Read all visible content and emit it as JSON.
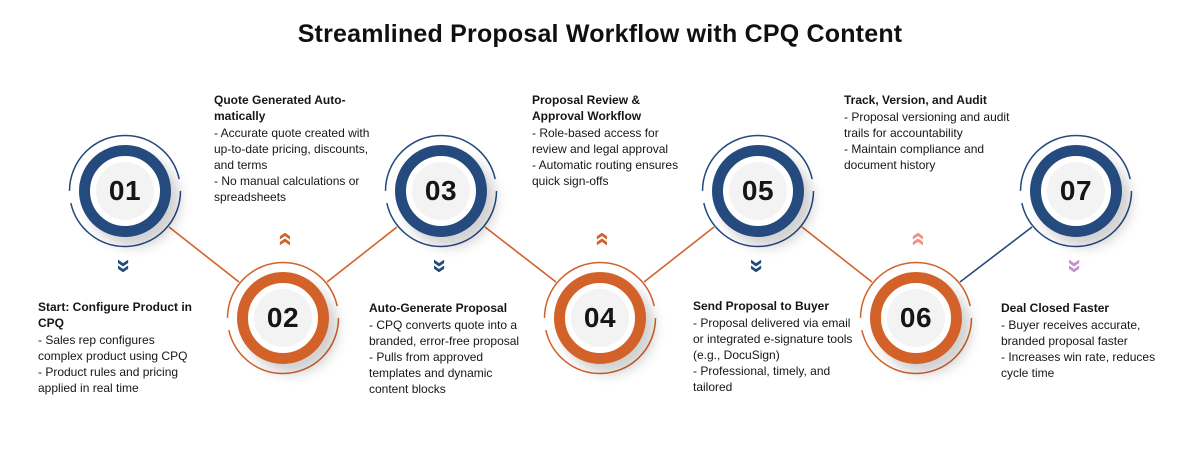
{
  "title": "Streamlined Proposal Workflow with CPQ Content",
  "colors": {
    "blue": "#254a7d",
    "orange": "#d2622a",
    "pink": "#f08e8a",
    "purple": "#c48fce",
    "text": "#161616",
    "node_fill": "#f3f3f3",
    "background": "#ffffff"
  },
  "icons": {
    "double_chevron": "»"
  },
  "steps": [
    {
      "number": "01",
      "ring_color": "blue",
      "row": "top",
      "chevron": {
        "direction": "down",
        "color": "blue"
      },
      "heading": "Start: Configure Product in CPQ",
      "bullets": [
        "- Sales rep configures complex product using CPQ",
        "- Product rules and pricing applied in real time"
      ]
    },
    {
      "number": "02",
      "ring_color": "orange",
      "row": "bottom",
      "chevron": {
        "direction": "up",
        "color": "orange"
      },
      "heading": "Quote Generated Auto-matically",
      "bullets": [
        "- Accurate quote created with up-to-date pricing, discounts, and terms",
        "- No manual calculations or spreadsheets"
      ]
    },
    {
      "number": "03",
      "ring_color": "blue",
      "row": "top",
      "chevron": {
        "direction": "down",
        "color": "blue"
      },
      "heading": "Auto-Generate Proposal",
      "bullets": [
        "- CPQ converts quote into a branded, error-free proposal",
        "- Pulls from approved templates and dynamic content blocks"
      ]
    },
    {
      "number": "04",
      "ring_color": "orange",
      "row": "bottom",
      "chevron": {
        "direction": "up",
        "color": "orange"
      },
      "heading": "Proposal Review & Approval Workflow",
      "bullets": [
        "- Role-based access for review and legal approval",
        "- Automatic routing ensures quick sign-offs"
      ]
    },
    {
      "number": "05",
      "ring_color": "blue",
      "row": "top",
      "chevron": {
        "direction": "down",
        "color": "blue"
      },
      "heading": "Send Proposal to Buyer",
      "bullets": [
        "- Proposal delivered via email or integrated e-signature tools (e.g., DocuSign)",
        "- Professional, timely, and tailored"
      ]
    },
    {
      "number": "06",
      "ring_color": "orange",
      "row": "bottom",
      "chevron": {
        "direction": "up",
        "color": "pink"
      },
      "heading": "Track, Version, and Audit",
      "bullets": [
        "- Proposal versioning and audit trails for accountability",
        "- Maintain compliance and document history"
      ]
    },
    {
      "number": "07",
      "ring_color": "blue",
      "row": "top",
      "chevron": {
        "direction": "down",
        "color": "purple"
      },
      "heading": "Deal Closed Faster",
      "bullets": [
        "- Buyer receives accurate, branded proposal faster",
        "- Increases win rate, reduces cycle time"
      ]
    }
  ]
}
